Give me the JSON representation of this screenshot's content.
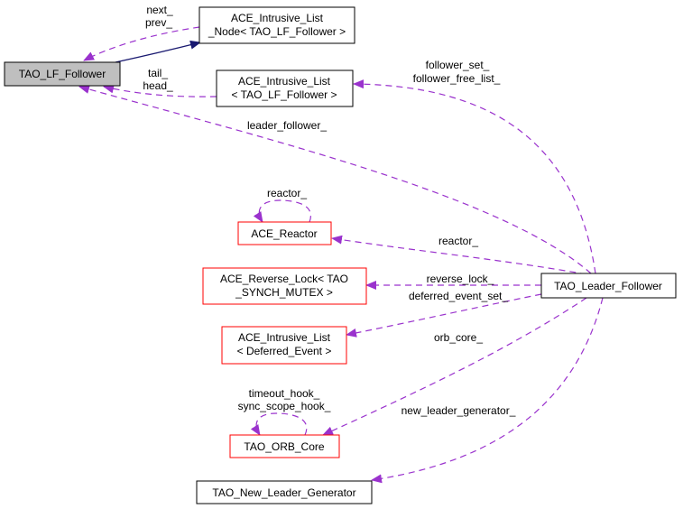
{
  "diagram": {
    "colors": {
      "focus_fill": "#bfbfbf",
      "black_border": "#000000",
      "red_border": "#ff0000",
      "usage_edge": "#9a32cd",
      "inherit_edge": "#191970"
    },
    "nodes": {
      "lf_follower": {
        "lines": [
          "TAO_LF_Follower"
        ]
      },
      "list_node": {
        "lines": [
          "ACE_Intrusive_List",
          "_Node< TAO_LF_Follower >"
        ]
      },
      "list_follower": {
        "lines": [
          "ACE_Intrusive_List",
          "< TAO_LF_Follower >"
        ]
      },
      "reactor": {
        "lines": [
          "ACE_Reactor"
        ]
      },
      "reverse_lock": {
        "lines": [
          "ACE_Reverse_Lock< TAO",
          "_SYNCH_MUTEX >"
        ]
      },
      "list_deferred": {
        "lines": [
          "ACE_Intrusive_List",
          "< Deferred_Event >"
        ]
      },
      "orb_core": {
        "lines": [
          "TAO_ORB_Core"
        ]
      },
      "new_leader_gen": {
        "lines": [
          "TAO_New_Leader_Generator"
        ]
      },
      "leader_follower": {
        "lines": [
          "TAO_Leader_Follower"
        ]
      }
    },
    "edge_labels": {
      "next_prev": [
        "next_",
        "prev_"
      ],
      "tail_head": [
        "tail_",
        "head_"
      ],
      "follower_set": [
        "follower_set_",
        "follower_free_list_"
      ],
      "leader_follower": [
        "leader_follower_"
      ],
      "reactor_self": [
        "reactor_"
      ],
      "reactor": [
        "reactor_"
      ],
      "reverse_lock": [
        "reverse_lock_"
      ],
      "deferred": [
        "deferred_event_set_"
      ],
      "orb_core": [
        "orb_core_"
      ],
      "orb_self": [
        "timeout_hook_",
        "sync_scope_hook_"
      ],
      "new_leader": [
        "new_leader_generator_"
      ]
    }
  }
}
